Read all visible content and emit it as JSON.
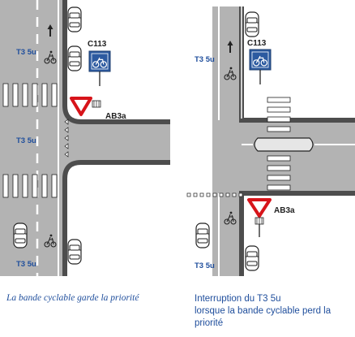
{
  "left_panel": {
    "label_c113": "C113",
    "label_ab3a": "AB3a",
    "label_t3_top": "T3 5u",
    "label_t3_mid": "T3 5u",
    "label_t3_bottom": "T3 5u",
    "caption": "La bande cyclable garde la priorité"
  },
  "right_panel": {
    "label_c113": "C113",
    "label_ab3a": "AB3a",
    "label_t3_top": "T3 5u",
    "label_t3_bottom": "T3 5u",
    "caption_lines": [
      "Interruption du T3 5u",
      "lorsque la bande cyclable perd la",
      "priorité"
    ]
  },
  "colors": {
    "road": "#b3b3b3",
    "kerb": "#4d4d4d",
    "marking": "#ffffff",
    "sign_blue": "#2c5aa0",
    "sign_red": "#d7141a",
    "label_blue": "#1f4e9c"
  },
  "icons": [
    "bicycle-icon",
    "arrow-up-icon",
    "car-icon",
    "cycle-path-sign-icon",
    "yield-sign-icon"
  ]
}
